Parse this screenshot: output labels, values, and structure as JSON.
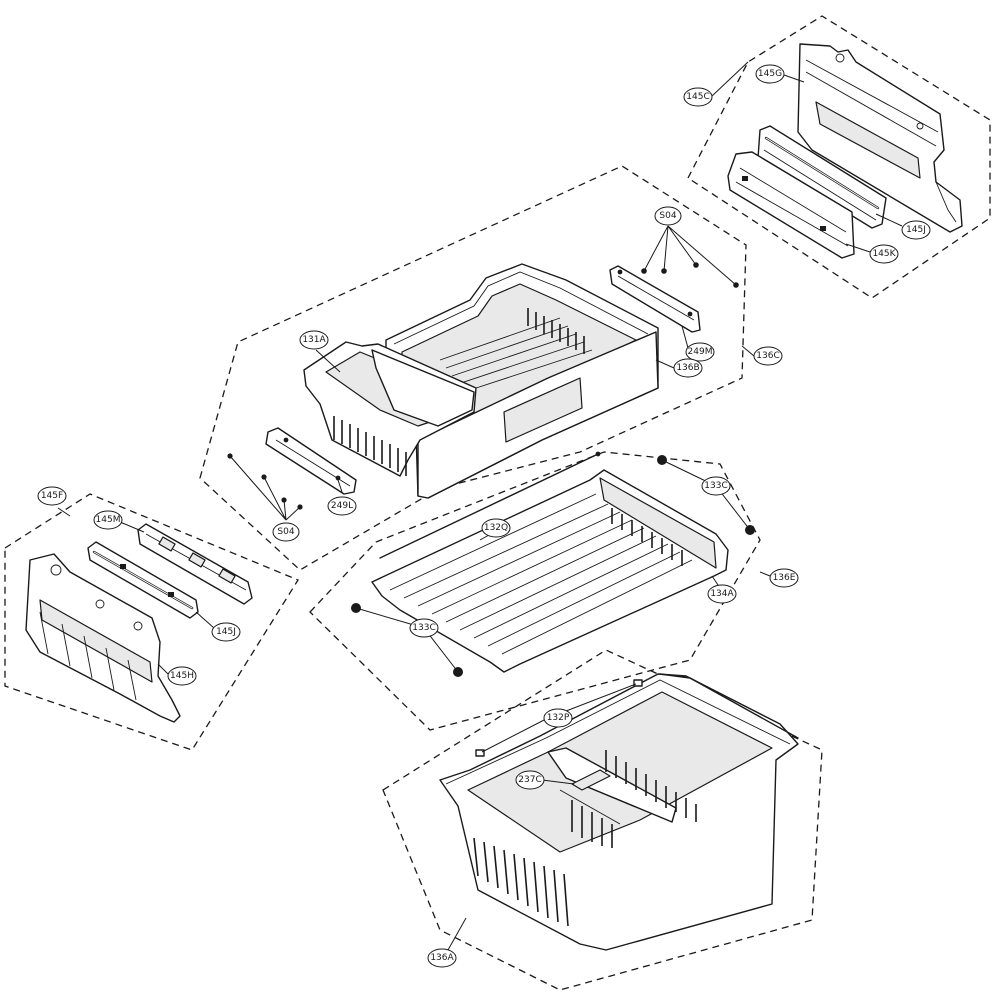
{
  "callouts": {
    "c145C": "145C",
    "c145G": "145G",
    "c145J_top": "145J",
    "c145K": "145K",
    "cS04_top": "S04",
    "c249M": "249M",
    "c136C": "136C",
    "c131A": "131A",
    "c136B": "136B",
    "cS04_bot": "S04",
    "c249L": "249L",
    "c133C_top": "133C",
    "c132Q": "132Q",
    "c136E": "136E",
    "c134A": "134A",
    "c133C_bot": "133C",
    "c145F": "145F",
    "c145M": "145M",
    "c145J_left": "145J",
    "c145H": "145H",
    "c132P": "132P",
    "c237C": "237C",
    "c136A": "136A"
  }
}
